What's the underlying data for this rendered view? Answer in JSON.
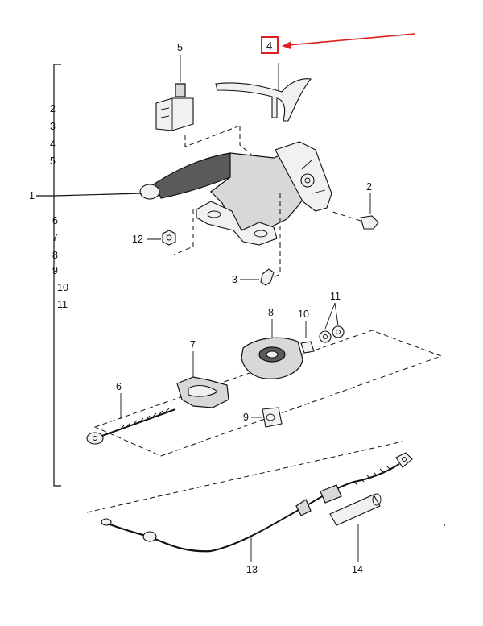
{
  "diagram": {
    "parts_list": [
      "2",
      "3",
      "4",
      "5",
      "6",
      "7",
      "8",
      "9",
      "10",
      "11"
    ],
    "group_label": "1",
    "callouts": {
      "c2": "2",
      "c3": "3",
      "c4": "4",
      "c5": "5",
      "c6": "6",
      "c7": "7",
      "c8": "8",
      "c9": "9",
      "c10": "10",
      "c11": "11",
      "c12": "12",
      "c13": "13",
      "c14": "14"
    },
    "highlight": {
      "label": "4",
      "box_color": "#e02020",
      "arrow_color": "#e02020"
    }
  }
}
